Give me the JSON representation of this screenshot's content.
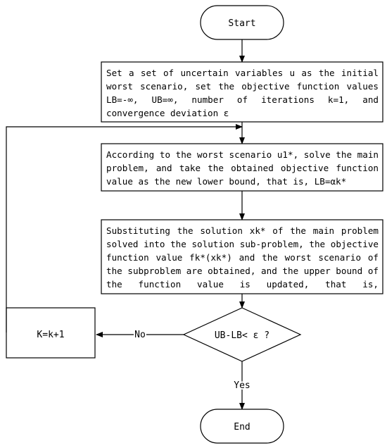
{
  "nodes": {
    "start": "Start",
    "init": "Set a set of uncertain variables u as the initial worst scenario, set the objective function values LB=-∞, UB=∞, number of iterations k=1, and convergence deviation ε",
    "master": "According to the worst scenario u1*, solve the main problem, and take the obtained objective function value as the new lower bound, that is, LB=αk*",
    "sub": "Substituting the solution xk* of the main problem solved into the solution sub-problem, the objective function value fk*(xk*) and the worst scenario of the subproblem are obtained, and the upper bound of the function value is updated, that is, UB=min{UB,fk*(xk*)}",
    "decision": "UB-LB< ε ?",
    "increment": "K=k+1",
    "end": "End"
  },
  "edges": {
    "no_label": "No",
    "yes_label": "Yes"
  }
}
